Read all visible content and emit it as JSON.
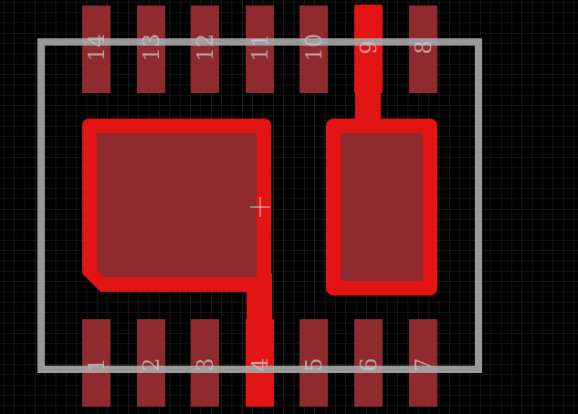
{
  "viewer": {
    "colors": {
      "background": "#000000",
      "grid": "#3a3a3a",
      "outline": "#a8a8a8",
      "copper": "#e31414",
      "pad_fill": "#8f2a2f",
      "crosshair": "#cfcfcf"
    }
  },
  "footprint": {
    "top_pins": [
      "14",
      "13",
      "12",
      "11",
      "10",
      "9",
      "8"
    ],
    "bottom_pins": [
      "1",
      "2",
      "3",
      "4",
      "5",
      "6",
      "7"
    ]
  }
}
